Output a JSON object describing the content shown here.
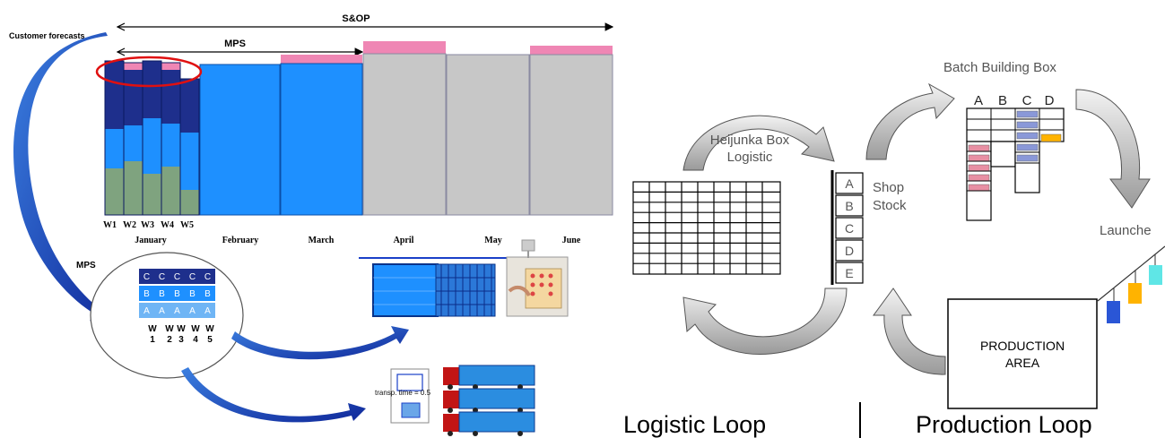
{
  "left_panel": {
    "sop_label": "S&OP",
    "mps_label": "MPS",
    "customer_forecasts": "Customer forecasts",
    "week_labels": [
      "W1",
      "W2",
      "W3",
      "W4",
      "W5"
    ],
    "month_labels": [
      "January",
      "February",
      "March",
      "April",
      "May",
      "June"
    ],
    "mps_diagram": {
      "title": "MPS",
      "row_c": [
        "C",
        "C",
        "C",
        "C",
        "C"
      ],
      "row_b": [
        "B",
        "B",
        "B",
        "B",
        "B"
      ],
      "row_a": [
        "A",
        "A",
        "A",
        "A",
        "A"
      ],
      "week_letters": [
        "W",
        "W",
        "W",
        "W",
        "W"
      ],
      "week_numbers": [
        "1",
        "2",
        "3",
        "4",
        "5"
      ]
    },
    "transp_time": "transp. time = 0.5"
  },
  "right_panel": {
    "heijunka_line1": "Heijunka Box",
    "heijunka_line2": "Logistic",
    "shop_line1": "Shop",
    "shop_line2": "Stock",
    "slot_letters": [
      "A",
      "B",
      "C",
      "D",
      "E"
    ],
    "batch_title": "Batch Building Box",
    "batch_columns": [
      "A",
      "B",
      "C",
      "D"
    ],
    "launcher_label": "Launche",
    "production_line1": "PRODUCTION",
    "production_line2": "AREA",
    "logistic_loop": "Logistic Loop",
    "production_loop": "Production Loop"
  },
  "colors": {
    "dark_blue": "#1e2f8c",
    "mid_blue": "#1e90ff",
    "green": "#7fa37f",
    "gray": "#c7c7c7",
    "pink": "#ef86b4",
    "red_ellipse": "#e01010",
    "batch_pink": "#e88fa3",
    "batch_blue": "#8a98d8",
    "launcher_blue": "#2a56d6",
    "launcher_orange": "#ffb300",
    "launcher_cyan": "#5fe6e6"
  }
}
